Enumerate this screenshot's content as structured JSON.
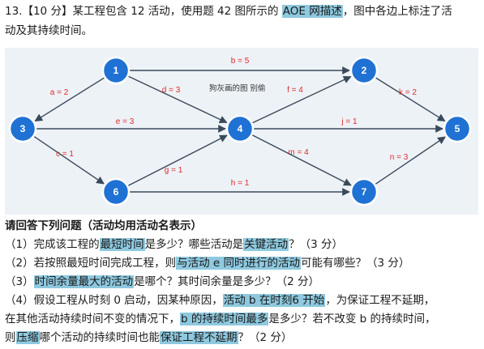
{
  "problem": {
    "line1": {
      "prefix": "13.【10 分】某工程包含 12 活动，使用题 42 图所示的 ",
      "hl1": "AOE 网描述",
      "suffix": "，图中各边上标注了活"
    },
    "line2": "动及其持续时间。"
  },
  "graph": {
    "watermark": "狗灰画的图 别偷",
    "nodes": [
      {
        "id": "1",
        "label": "1"
      },
      {
        "id": "2",
        "label": "2"
      },
      {
        "id": "3",
        "label": "3"
      },
      {
        "id": "4",
        "label": "4"
      },
      {
        "id": "5",
        "label": "5"
      },
      {
        "id": "6",
        "label": "6"
      },
      {
        "id": "7",
        "label": "7"
      }
    ],
    "edges": [
      {
        "from": "1",
        "to": "3",
        "label": "a = 2"
      },
      {
        "from": "1",
        "to": "2",
        "label": "b = 5"
      },
      {
        "from": "3",
        "to": "6",
        "label": "c = 1"
      },
      {
        "from": "1",
        "to": "4",
        "label": "d = 3"
      },
      {
        "from": "3",
        "to": "4",
        "label": "e = 3"
      },
      {
        "from": "4",
        "to": "2",
        "label": "f = 4"
      },
      {
        "from": "6",
        "to": "4",
        "label": "g = 1"
      },
      {
        "from": "6",
        "to": "7",
        "label": "h = 1"
      },
      {
        "from": "4",
        "to": "5",
        "label": "j = 1"
      },
      {
        "from": "2",
        "to": "5",
        "label": "k = 2"
      },
      {
        "from": "4",
        "to": "7",
        "label": "m = 4"
      },
      {
        "from": "7",
        "to": "5",
        "label": "n = 3"
      }
    ]
  },
  "questions": {
    "heading": "请回答下列问题（活动均用活动名表示）",
    "q1": {
      "a": "（1）完成该工程的",
      "h1": "最短时间",
      "b": "是多少？哪些活动是",
      "h2": "关键活动",
      "c": "？（3 分）"
    },
    "q2": {
      "a": "（2）若按照最短时间完成工程，则",
      "h1": "与活动 e 同时进行的活动",
      "b": "可能有哪些？（3 分）"
    },
    "q3": {
      "a": "（3）",
      "h1": "时间余量最大的活动",
      "b": "是哪个？其时间余量是多少？（2 分）"
    },
    "q4_l1": {
      "a": "（4）假设工程从时刻 0 启动，因某种原因，",
      "h1": "活动 b 在时刻6 开始",
      "b": "，为保证工程不延期，"
    },
    "q4_l2": {
      "a": "在其他活动持续时间不变的情况下，",
      "h1": "b 的持续时间最多",
      "b": "是多少？若不改变 b 的持续时间，"
    },
    "q4_l3": {
      "a": "则",
      "h1": "压缩",
      "b": "哪个活动的持续时间也能",
      "h2": "保证工程不延期",
      "c": "？（2 分）"
    }
  }
}
